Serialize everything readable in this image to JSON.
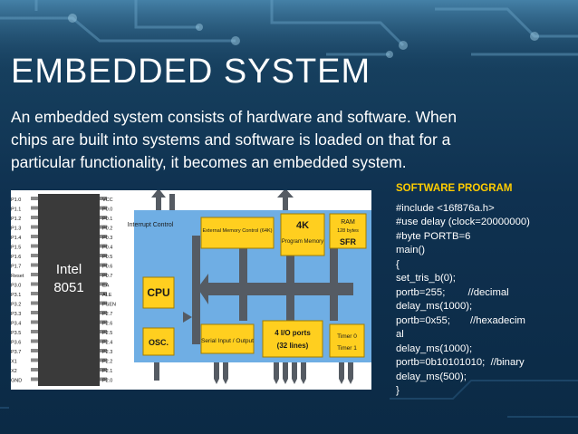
{
  "slide": {
    "title": "EMBEDDED SYSTEM",
    "body_lines": [
      "An embedded system consists of hardware and software. When",
      "chips are built into systems and software is loaded on that for a",
      "particular functionality, it becomes an embedded system."
    ]
  },
  "diagram": {
    "chip": {
      "name_line1": "Intel",
      "name_line2": "8051",
      "left_pins": [
        "P1.0",
        "P1.1",
        "P1.2",
        "P1.3",
        "P1.4",
        "P1.5",
        "P1.6",
        "P1.7",
        "Reset",
        "P3.0",
        "P3.1",
        "P3.2",
        "P3.3",
        "P3.4",
        "P3.5",
        "P3.6",
        "P3.7",
        "X1",
        "X2",
        "GND"
      ],
      "right_pins": [
        "VCC",
        "P0.0",
        "P0.1",
        "P0.2",
        "P0.3",
        "P0.4",
        "P0.5",
        "P0.6",
        "P0.7",
        "EA",
        "ALE",
        "PSEN",
        "P2.7",
        "P2.6",
        "P2.5",
        "P2.4",
        "P2.3",
        "P2.2",
        "P2.1",
        "P2.0"
      ]
    },
    "blocks": {
      "interrupt": "Interrupt Control",
      "ext_memory": "External Memory Control (64K)",
      "program_memory_size": "4K",
      "program_memory_label": "Program Memory",
      "ram": "RAM",
      "ram_size": "128 bytes",
      "sfr": "SFR",
      "cpu": "CPU",
      "osc": "OSC.",
      "serial": "Serial Input / Output",
      "io_ports": "4 I/O ports",
      "io_lines": "(32 lines)",
      "timer0": "Timer 0",
      "timer1": "Timer 1"
    }
  },
  "software": {
    "heading": "SOFTWARE PROGRAM",
    "lines": [
      "#include <16f876a.h>",
      "#use delay (clock=20000000)",
      "#byte PORTB=6",
      "main()",
      "{",
      "set_tris_b(0);",
      "portb=255;        //decimal",
      "delay_ms(1000);",
      "portb=0x55;       //hexadecim",
      "al",
      "delay_ms(1000);",
      "portb=0b10101010;  //binary",
      "delay_ms(500);",
      "}"
    ]
  },
  "colors": {
    "accent_yellow": "#ffcc00",
    "block_yellow": "#ffcf1f",
    "diagram_blue": "#6faee4",
    "arrow_gray": "#555b63"
  }
}
